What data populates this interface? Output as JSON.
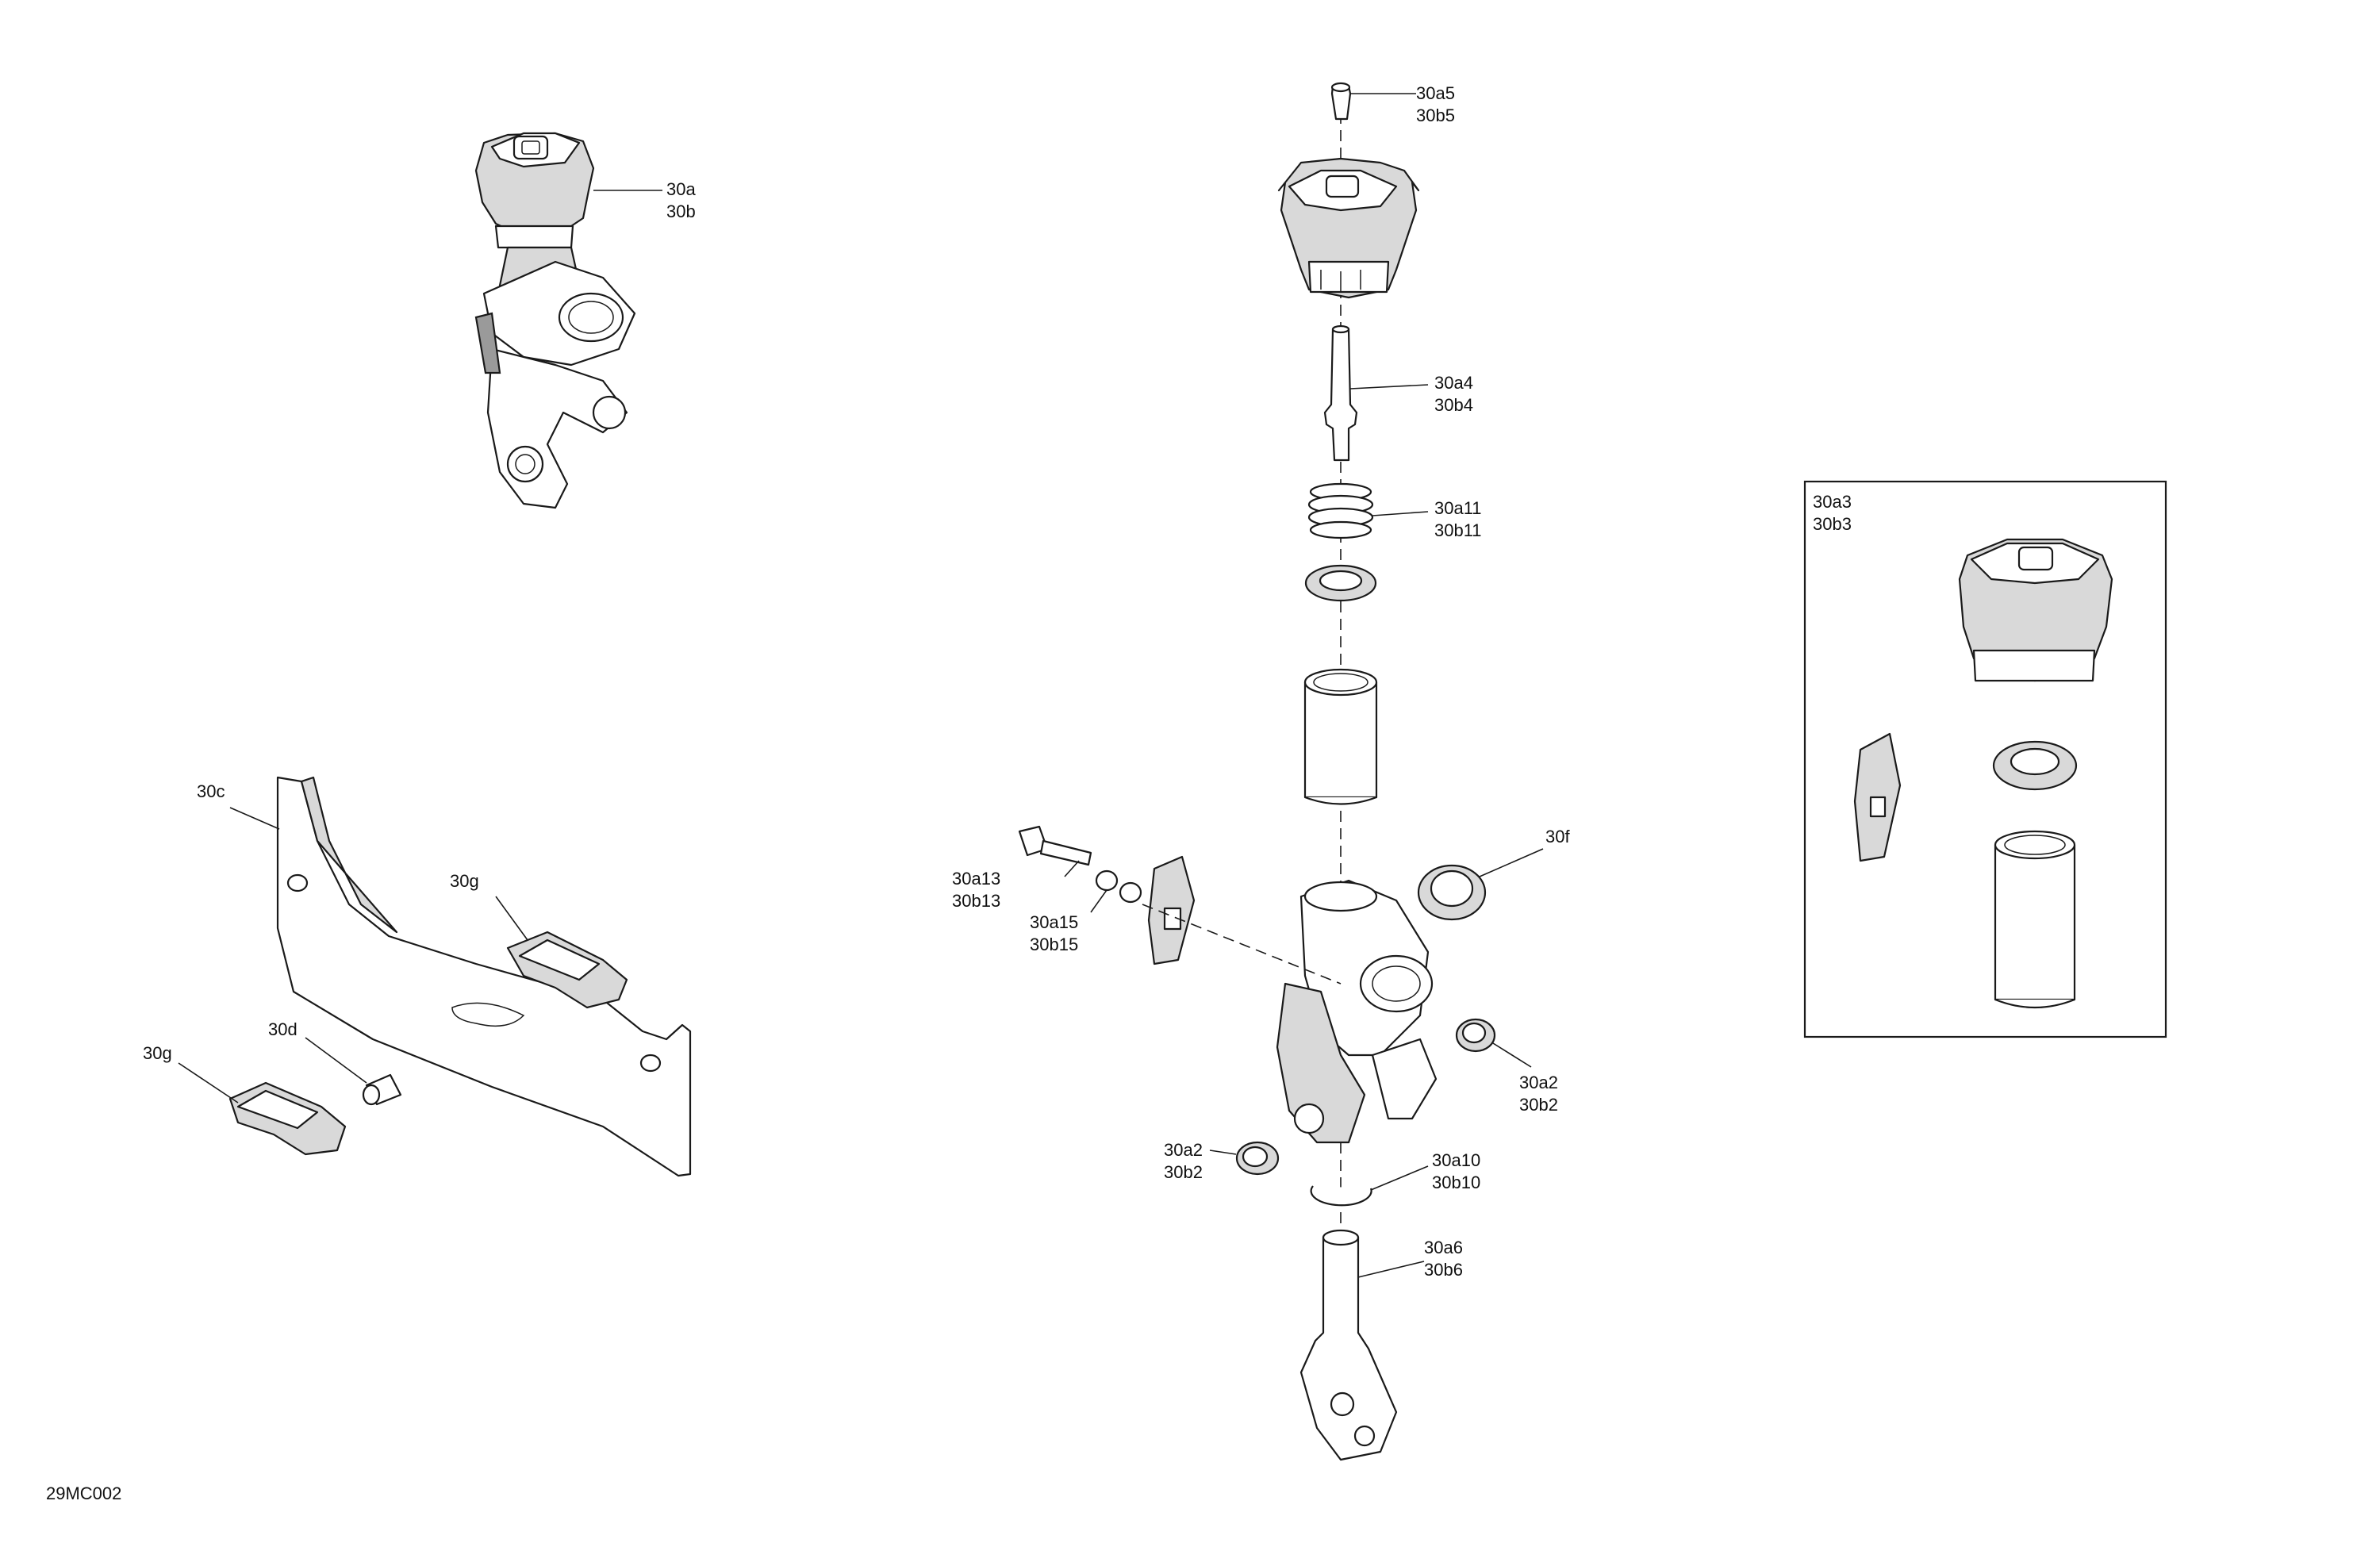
{
  "drawing_code": "29MC002",
  "callouts": {
    "c30a5": [
      "30a5",
      "30b5"
    ],
    "c30a": [
      "30a",
      "30b"
    ],
    "c30a4": [
      "30a4",
      "30b4"
    ],
    "c30a11": [
      "30a11",
      "30b11"
    ],
    "c30a3": [
      "30a3",
      "30b3"
    ],
    "c30c": [
      "30c"
    ],
    "c30g_top": [
      "30g"
    ],
    "c30g_bottom": [
      "30g"
    ],
    "c30d": [
      "30d"
    ],
    "c30a13": [
      "30a13",
      "30b13"
    ],
    "c30a15": [
      "30a15",
      "30b15"
    ],
    "c30f": [
      "30f"
    ],
    "c30a2_right": [
      "30a2",
      "30b2"
    ],
    "c30a2_left": [
      "30a2",
      "30b2"
    ],
    "c30a10": [
      "30a10",
      "30b10"
    ],
    "c30a6": [
      "30a6",
      "30b6"
    ]
  }
}
